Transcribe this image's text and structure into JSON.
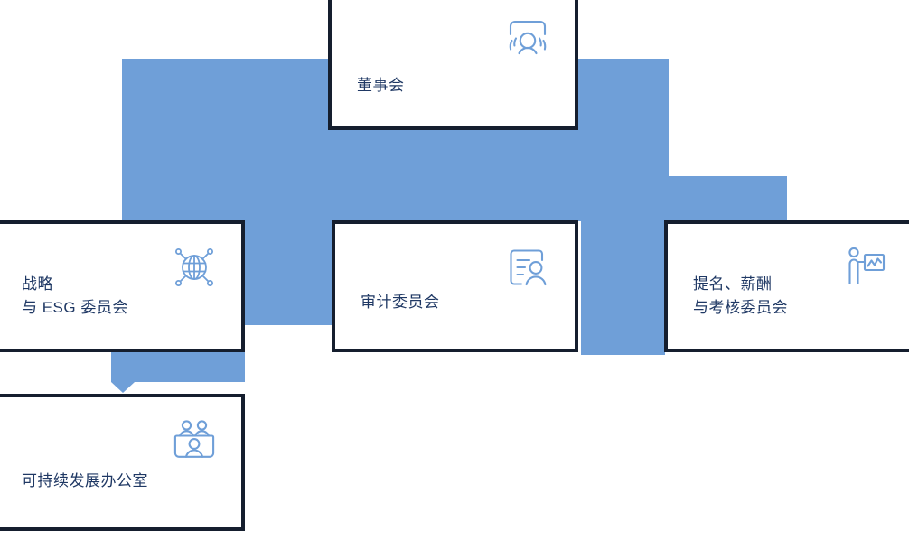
{
  "diagram": {
    "type": "organization-governance-chart",
    "colors": {
      "connector_blue": "#6f9fd8",
      "card_frame_navy": "#151e2e",
      "text_navy": "#1f3864",
      "icon_blue": "#6f9fd8",
      "card_background": "#ffffff"
    }
  },
  "nodes": {
    "board": {
      "label": "董事会",
      "icon": "group-of-people-icon",
      "level": 1
    },
    "strategy_esg": {
      "label": "战略\n与 ESG 委员会",
      "icon": "globe-network-icon",
      "level": 2
    },
    "audit": {
      "label": "审计委员会",
      "icon": "document-person-icon",
      "level": 2
    },
    "nomination": {
      "label": "提名、薪酬\n与考核委员会",
      "icon": "presenter-chart-icon",
      "level": 2
    },
    "sustainability_office": {
      "label": "可持续发展办公室",
      "icon": "team-group-icon",
      "level": 3
    }
  }
}
